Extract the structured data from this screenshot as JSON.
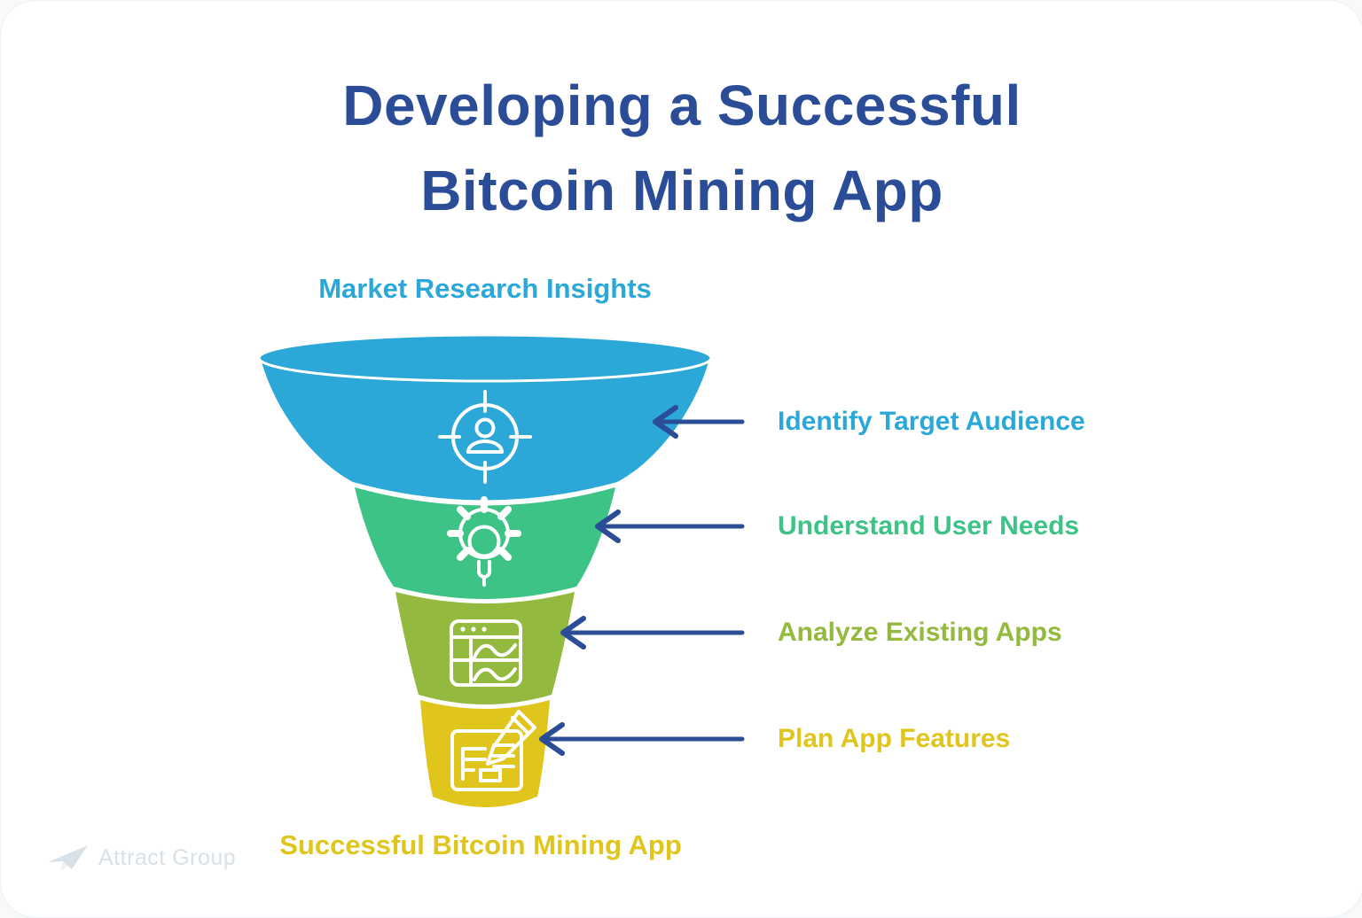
{
  "title": {
    "line1": "Developing a Successful",
    "line2": "Bitcoin Mining App"
  },
  "funnel": {
    "top_label": "Market Research Insights",
    "bottom_label": "Successful Bitcoin Mining App",
    "stages": [
      {
        "label": "Identify Target Audience",
        "color": "#2BA8D8",
        "icon": "target-audience-icon"
      },
      {
        "label": "Understand User Needs",
        "color": "#3DC385",
        "icon": "gear-lightbulb-icon"
      },
      {
        "label": "Analyze Existing Apps",
        "color": "#93BA3E",
        "icon": "analytics-window-icon"
      },
      {
        "label": "Plan App Features",
        "color": "#E0C51D",
        "icon": "document-pencil-icon"
      }
    ],
    "arrow_color": "#2B4C97"
  },
  "branding": {
    "logo_text": "Attract Group",
    "logo_color": "#D8E1E7"
  },
  "colors": {
    "title": "#2B4C97",
    "background": "#FFFFFF"
  }
}
